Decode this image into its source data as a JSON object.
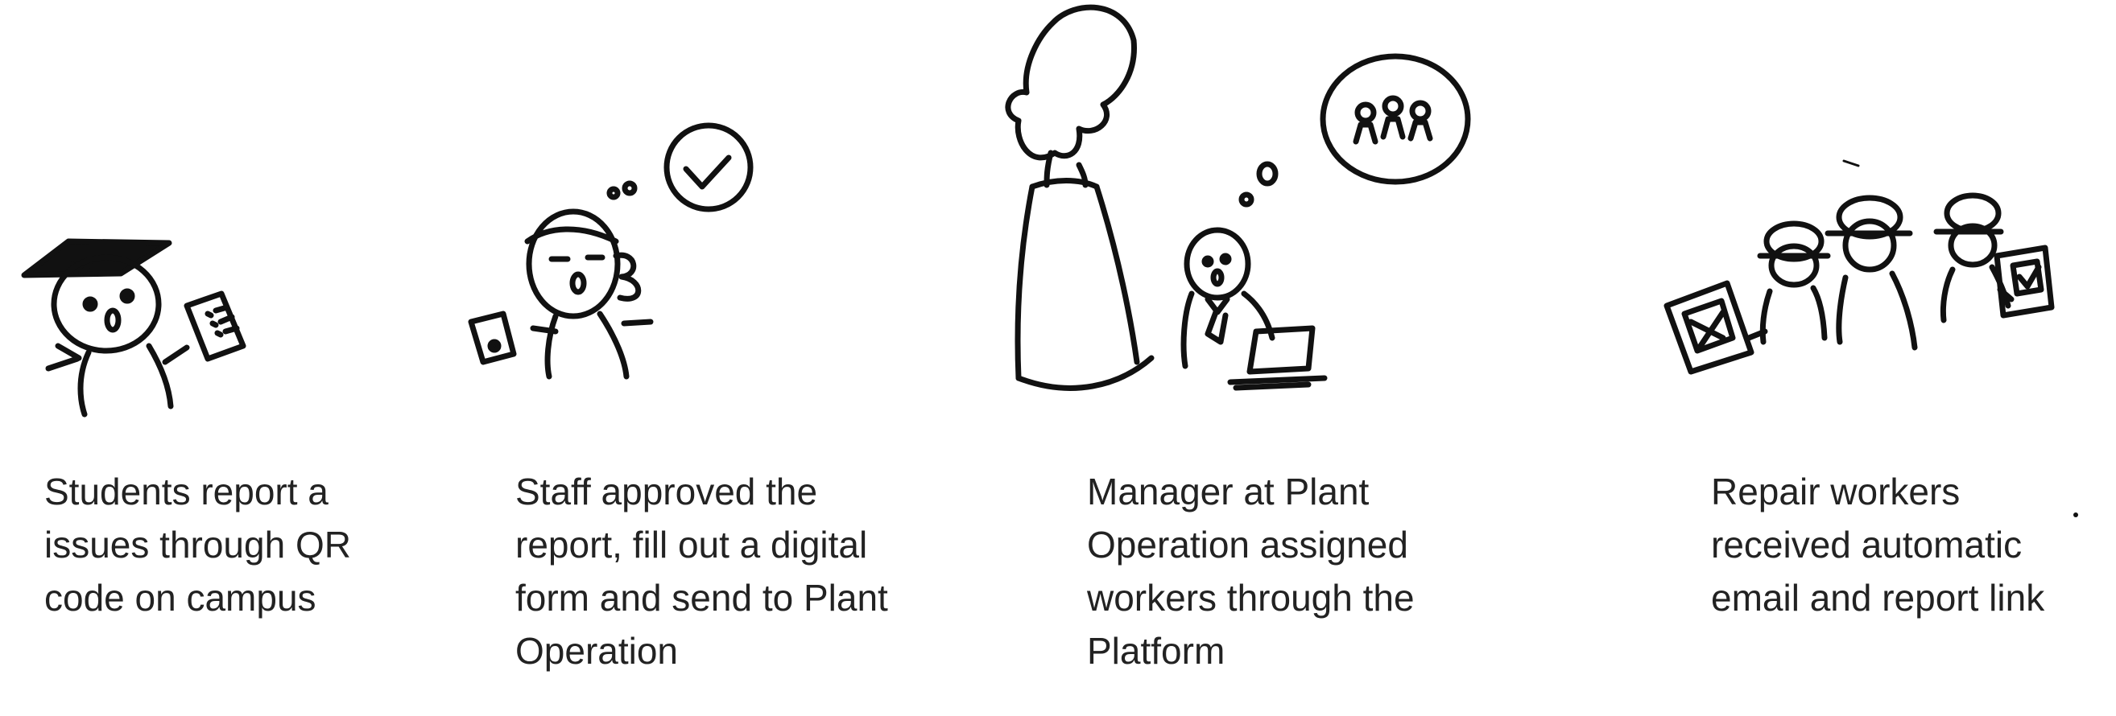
{
  "steps": [
    {
      "text": "Students report a\nissues through QR\ncode on campus",
      "illustration": "student-icon"
    },
    {
      "text": "Staff approved the\nreport,  fill out a digital\nform and send to Plant\nOperation",
      "illustration": "staff-icon"
    },
    {
      "text": "Manager at Plant\nOperation assigned\nworkers through the\nPlatform",
      "illustration": "manager-icon"
    },
    {
      "text": "Repair workers\nreceived automatic\nemail and report link",
      "illustration": "repair-workers-icon"
    }
  ],
  "colors": {
    "ink": "#111111",
    "text": "#222222",
    "background": "#ffffff"
  }
}
